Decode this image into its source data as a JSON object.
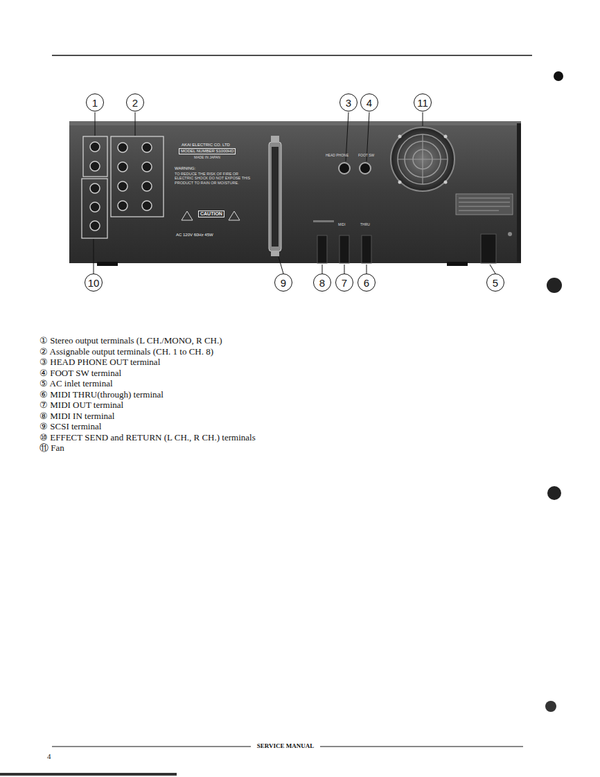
{
  "diagram": {
    "nodes": [
      {
        "text": [
          "1"
        ]
      },
      {
        "text": [
          "2"
        ]
      },
      {
        "text": [
          "3"
        ]
      },
      {
        "text": [
          "4"
        ]
      },
      {
        "text": [
          "11"
        ]
      },
      {
        "text": [
          "10"
        ]
      },
      {
        "text": [
          "9"
        ]
      },
      {
        "text": [
          "8"
        ]
      },
      {
        "text": [
          "7"
        ]
      },
      {
        "text": [
          "6"
        ]
      },
      {
        "text": [
          "5"
        ]
      }
    ],
    "labels": [
      "AKAI ELECTRIC CO. LTD",
      "MODEL NUMBER S1000HD",
      "MADE IN JAPAN",
      "WARNING:",
      "TO REDUCE THE RISK OF FIRE OR ELECTRIC SHOCK DO NOT EXPOSE THIS PRODUCT TO RAIN OR MOISTURE.",
      "CAUTION",
      "AC 120V 60Hz 45W",
      "HEAD PHONE",
      "FOOT SW",
      "MIDI",
      "THRU",
      "① Stereo output terminals (L CH./MONO, R CH.)",
      "② Assignable output terminals (CH. 1 to CH. 8)",
      "③ HEAD PHONE OUT terminal",
      "④ FOOT SW terminal",
      "⑤ AC inlet terminal",
      "⑥ MIDI THRU(through) terminal",
      "⑦ MIDI OUT terminal",
      "⑧ MIDI IN terminal",
      "⑨ SCSI terminal",
      "⑩ EFFECT SEND and RETURN (L CH., R CH.) terminals",
      "⑪ Fan",
      "SERVICE MANUAL",
      "4"
    ]
  }
}
